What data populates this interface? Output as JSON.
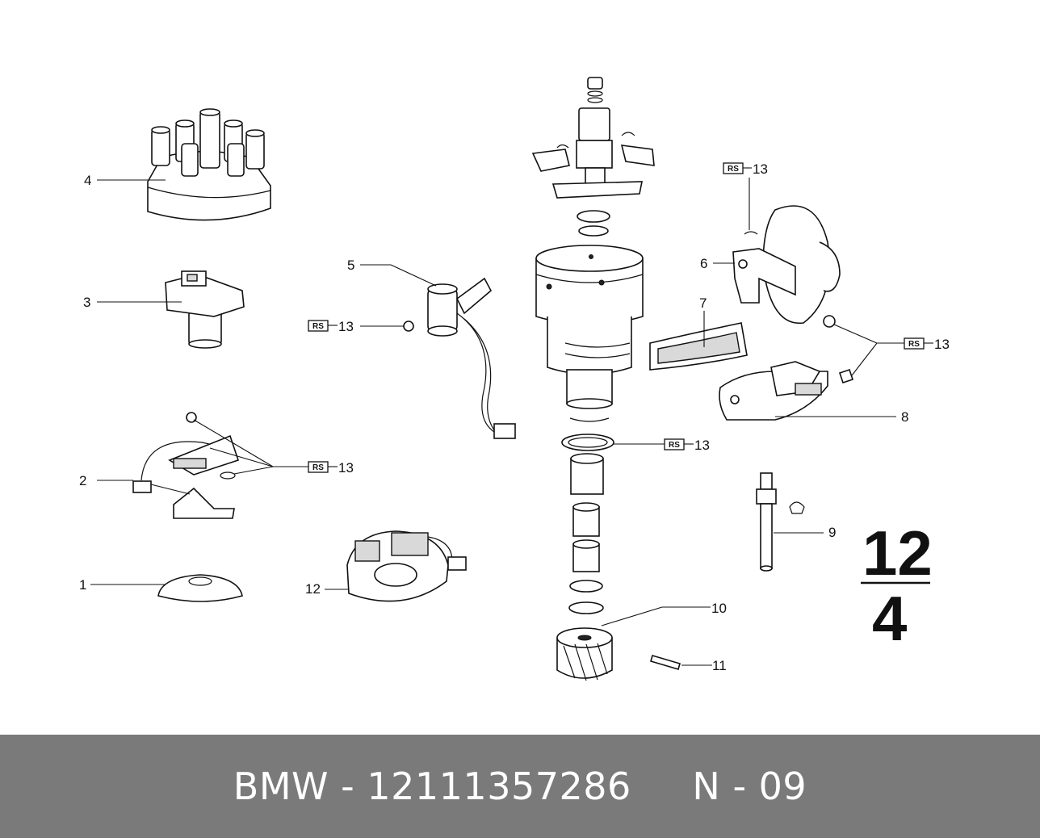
{
  "diagram": {
    "callouts": {
      "c1": "1",
      "c2": "2",
      "c3": "3",
      "c4": "4",
      "c5": "5",
      "c6": "6",
      "c7": "7",
      "c8": "8",
      "c9": "9",
      "c10": "10",
      "c11": "11",
      "c12": "12",
      "c13a": "13",
      "c13b": "13",
      "c13c": "13",
      "c13d": "13",
      "c13e": "13"
    },
    "rs_tag": "RS",
    "group": {
      "top": "12",
      "bottom": "4"
    }
  },
  "footer": {
    "text": "BMW - 12111357286     N - 09"
  }
}
